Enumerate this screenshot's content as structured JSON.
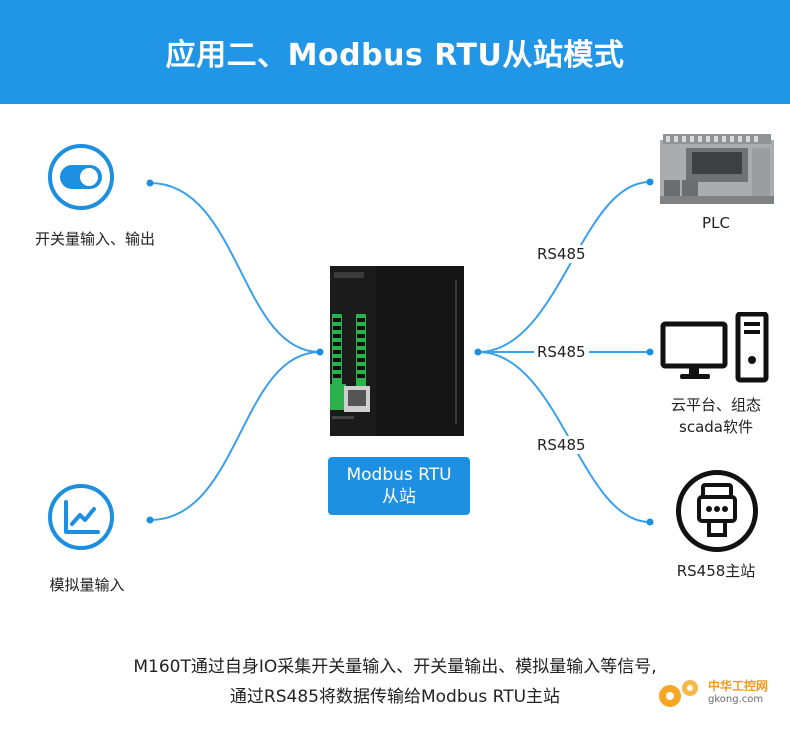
{
  "header": {
    "title": "应用二、Modbus RTU从站模式"
  },
  "left_nodes": [
    {
      "label": "开关量输入、输出",
      "icon": "toggle-switch-icon"
    },
    {
      "label": "模拟量输入",
      "icon": "analog-wave-icon"
    }
  ],
  "right_nodes": [
    {
      "label": "PLC",
      "icon": "plc-icon"
    },
    {
      "label_line1": "云平台、组态",
      "label_line2": "scada软件",
      "icon": "computer-icon"
    },
    {
      "label": "RS458主站",
      "icon": "serial-connector-icon"
    }
  ],
  "links": {
    "rs485_top": "RS485",
    "rs485_mid": "RS485",
    "rs485_bottom": "RS485"
  },
  "device": {
    "caption_line1": "Modbus RTU",
    "caption_line2": "从站"
  },
  "footer": {
    "line1": "M160T通过自身IO采集开关量输入、开关量输出、模拟量输入等信号,",
    "line2": "通过RS485将数据传输给Modbus RTU主站"
  },
  "watermark": {
    "line1": "中华工控网",
    "line2": "gkong.com"
  },
  "colors": {
    "accent": "#2196e6",
    "line": "#1d8fe0",
    "device": "#1c1c1c"
  }
}
